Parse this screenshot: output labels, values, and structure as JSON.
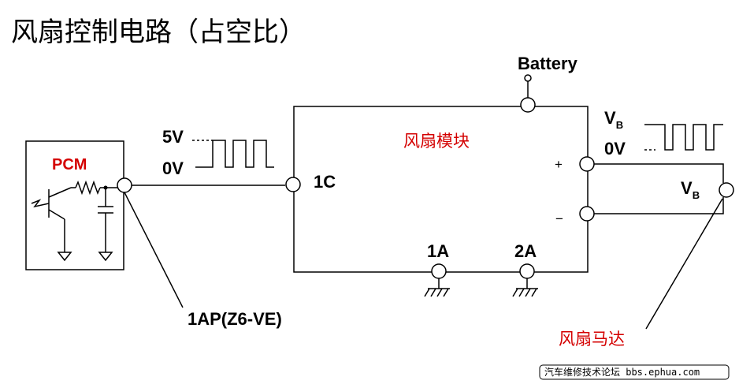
{
  "title": "风扇控制电路（占空比）",
  "colors": {
    "accent_red": "#d40000",
    "line": "#000000"
  },
  "pcm": {
    "label": "PCM",
    "pin_label": "1AP(Z6-VE)"
  },
  "signal": {
    "high_label": "5V",
    "low_label": "0V"
  },
  "module": {
    "name": "风扇模块",
    "battery_label": "Battery",
    "input_pin": "1C",
    "ground_pins": [
      "1A",
      "2A"
    ],
    "plus_sign": "+",
    "minus_sign": "−",
    "output_high_label": "V",
    "output_high_sub": "B",
    "output_low_label": "0V"
  },
  "motor": {
    "label": "风扇马达",
    "voltage_label": "V",
    "voltage_sub": "B"
  },
  "watermark": "汽车维修技术论坛 bbs.ephua.com"
}
